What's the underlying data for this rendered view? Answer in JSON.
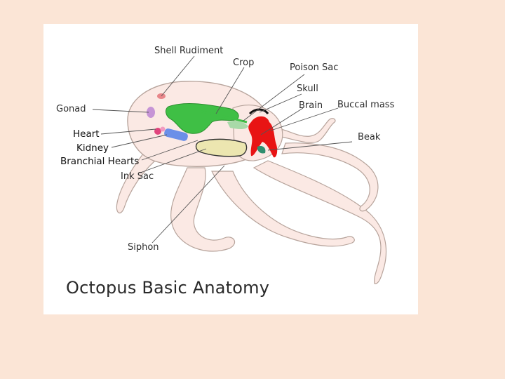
{
  "diagram": {
    "title": "Octopus Basic Anatomy",
    "labels": {
      "shell_rudiment": "Shell Rudiment",
      "crop": "Crop",
      "poison_sac": "Poison Sac",
      "skull": "Skull",
      "gonad": "Gonad",
      "brain": "Brain",
      "buccal_mass": "Buccal mass",
      "heart": "Heart",
      "kidney": "Kidney",
      "beak": "Beak",
      "branchial_hearts": "Branchial Hearts",
      "ink_sac": "Ink Sac",
      "siphon": "Siphon"
    },
    "colors": {
      "background": "#fbe5d6",
      "panel": "#ffffff",
      "body": "#fbe9e4",
      "outline": "#b7a49c",
      "crop": "#3fbf45",
      "buccal": "#e81414",
      "ink_sac": "#ece6b0",
      "kidney": "#6b8fe8",
      "hearts": "#e0447c",
      "gonad": "#c694d6"
    }
  }
}
